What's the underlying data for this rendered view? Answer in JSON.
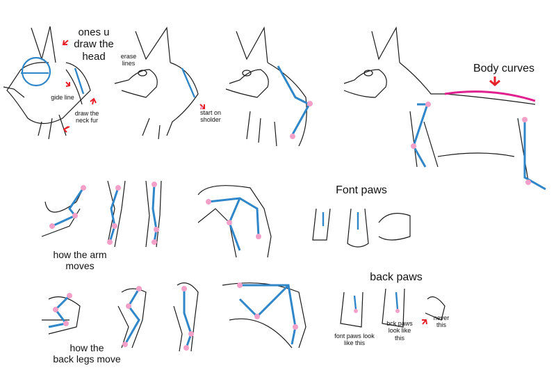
{
  "labels": {
    "ones_u_draw_head": "ones u\ndraw the\nhead",
    "gide_line": "gide line",
    "draw_neck_fur": "draw the\nneck fur",
    "erase_lines": "erase\nlines",
    "start_on_sholder": "start on\nsholder",
    "body_curves": "Body curves",
    "font_paws_heading": "Font paws",
    "how_arm_moves": "how the arm\nmoves",
    "back_paws_heading": "back paws",
    "how_back_legs_move": "how the\nback legs move",
    "font_paws_look": "font paws look\nlike this",
    "bck_paws_look": "bck paws\nlook like\nthis",
    "never_this": "never\nthis"
  },
  "colors": {
    "sketch": "#1a1a1a",
    "guide_blue": "#2f86c8",
    "joint_pink": "#f2a0c8",
    "curve_magenta": "#e0208f",
    "arrow_red": "#e8202a"
  }
}
